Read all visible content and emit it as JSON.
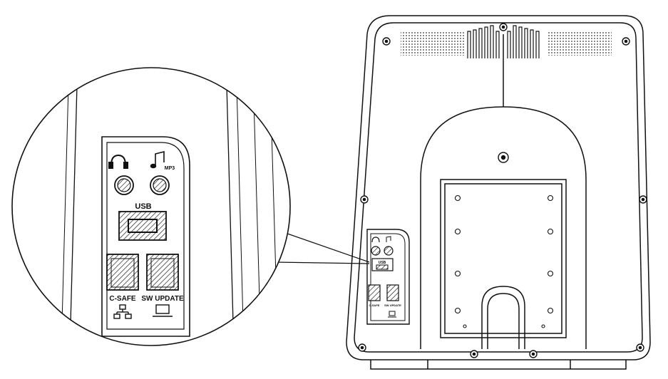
{
  "ports": {
    "usb_label": "USB",
    "csafe_label": "C-SAFE",
    "sw_update_label": "SW UPDATE",
    "mp3_label": "MP3"
  },
  "icons": {
    "headphone": "headphone-icon",
    "music": "music-note-icon",
    "network": "network-icon",
    "computer": "computer-icon"
  }
}
